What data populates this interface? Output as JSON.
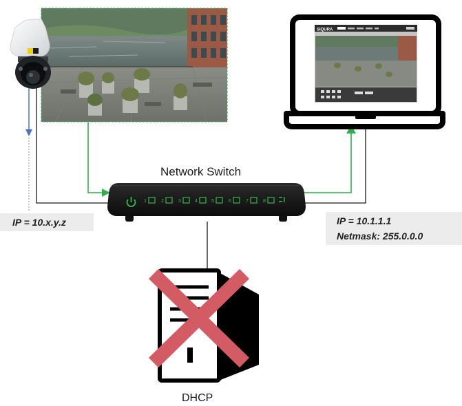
{
  "labels": {
    "switch": "Network Switch",
    "dhcp": "DHCP"
  },
  "camera_ip": "IP = 10.x.y.z",
  "laptop_ip": {
    "line1": "IP = 10.1.1.1",
    "line2": "Netmask: 255.0.0.0"
  },
  "laptop_screen": {
    "brand": "SIQURA"
  },
  "switch_ports": [
    "1",
    "2",
    "3",
    "4",
    "5",
    "6",
    "7",
    "8"
  ],
  "colors": {
    "link_green": "#2bb24c",
    "camera_arrow_blue": "#4a72c4",
    "cross_red": "#d35b63",
    "wire_black": "#1a1a1a",
    "switch_body": "#151515",
    "port_led_green": "#39b54a"
  },
  "icons": {
    "camera": "ptz-dome-camera-icon",
    "switch": "network-switch-icon",
    "laptop": "laptop-icon",
    "server": "server-tower-icon",
    "cross": "red-x-icon"
  }
}
